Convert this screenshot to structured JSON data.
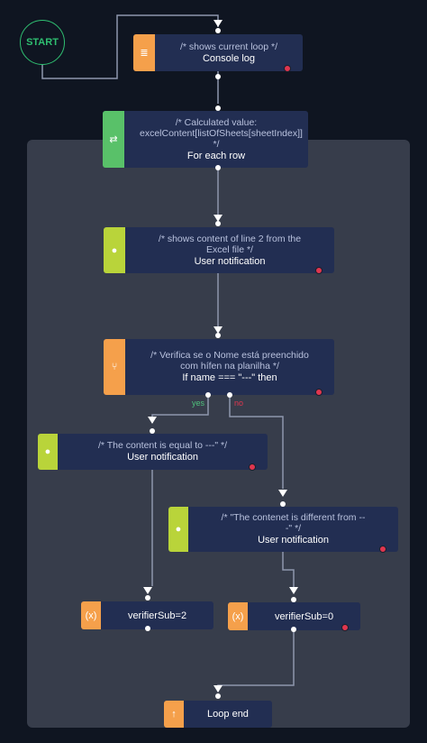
{
  "start": {
    "label": "START"
  },
  "nodes": {
    "console_log": {
      "comment": "/* shows current loop */",
      "label": "Console log",
      "icon": "document-lines-icon"
    },
    "for_each": {
      "comment": "/* Calculated value: excelContent[listOfSheets[sheetIndex]] */",
      "label": "For each row",
      "icon": "loop-arrows-icon"
    },
    "notify_line2": {
      "comment": "/* shows content of line 2 from the Excel file */",
      "label": "User notification",
      "icon": "chat-bubble-icon"
    },
    "if_name": {
      "comment": "/* Verifica se o Nome está preenchido com hífen na planilha */",
      "label": "If name === \"---\" then",
      "icon": "branch-icon"
    },
    "notify_equal": {
      "comment": "/* The content is equal to ---\" */",
      "label": "User notification",
      "icon": "chat-bubble-icon"
    },
    "notify_diff": {
      "comment": "/* \"The contenet is different from ---\" */",
      "label": "User notification",
      "icon": "chat-bubble-icon"
    },
    "set_2": {
      "label": "verifierSub=2",
      "icon": "variable-x-icon"
    },
    "set_0": {
      "label": "verifierSub=0",
      "icon": "variable-x-icon"
    },
    "loop_end": {
      "label": "Loop end",
      "icon": "arrow-up-icon"
    }
  },
  "branches": {
    "yes": "yes",
    "no": "no"
  },
  "colors": {
    "background": "#0f1521",
    "loop_area": "#373d4b",
    "node": "#222e52",
    "orange": "#f5a04b",
    "green": "#59c169",
    "lime": "#b9d43a",
    "start": "#2fbf71"
  }
}
